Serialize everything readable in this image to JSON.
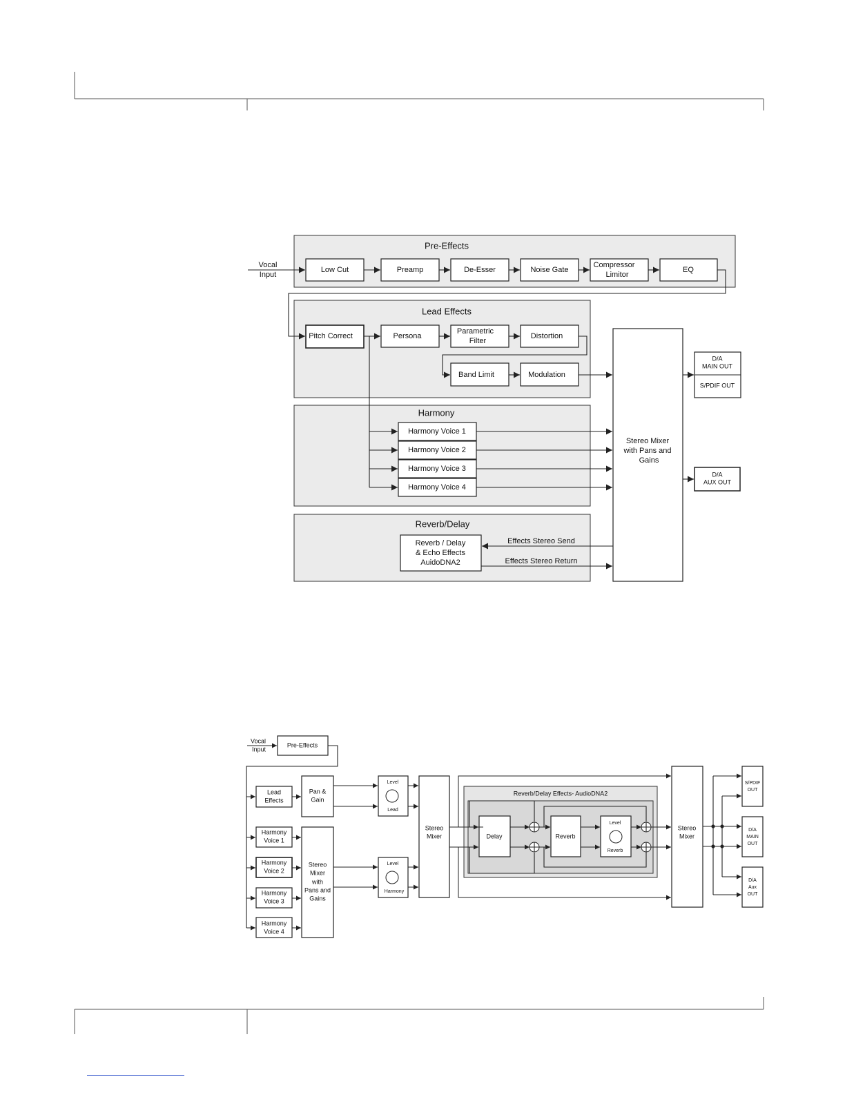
{
  "diagram1": {
    "vocal_input": [
      "Vocal",
      "Input"
    ],
    "pre_effects": {
      "title": "Pre-Effects",
      "blocks": [
        "Low Cut",
        "Preamp",
        "De-Esser",
        "Noise Gate",
        "Compressor Limitor",
        "EQ"
      ]
    },
    "lead_effects": {
      "title": "Lead Effects",
      "row1": [
        "Pitch Correct",
        "Persona",
        "Parametric Filter",
        "Distortion"
      ],
      "row2": [
        "Band Limit",
        "Modulation"
      ]
    },
    "harmony": {
      "title": "Harmony",
      "voices": [
        "Harmony Voice 1",
        "Harmony Voice 2",
        "Harmony Voice 3",
        "Harmony Voice 4"
      ]
    },
    "reverb_delay": {
      "title": "Reverb/Delay",
      "block": [
        "Reverb / Delay",
        "& Echo Effects",
        "AuidoDNA2"
      ],
      "send_label": "Effects Stereo Send",
      "return_label": "Effects Stereo Return"
    },
    "stereo_mixer": [
      "Stereo Mixer",
      "with Pans and",
      "Gains"
    ],
    "outputs": {
      "main_out": [
        "D/A",
        "MAIN OUT"
      ],
      "spdif_out": "S/PDIF OUT",
      "aux_out": [
        "D/A",
        "AUX OUT"
      ]
    }
  },
  "diagram2": {
    "vocal_input": [
      "Vocal",
      "Input"
    ],
    "pre_effects": "Pre-Effects",
    "lead_effects": [
      "Lead",
      "Effects"
    ],
    "harmony_voices": [
      [
        "Harmony",
        "Voice 1"
      ],
      [
        "Harmony",
        "Voice 2"
      ],
      [
        "Harmony",
        "Voice 3"
      ],
      [
        "Harmony",
        "Voice 4"
      ]
    ],
    "pan_gain": [
      "Pan &",
      "Gain"
    ],
    "harmony_mixer": [
      "Stereo",
      "Mixer",
      "with",
      "Pans and",
      "Gains"
    ],
    "level_lead": {
      "top": "Level",
      "bottom": "Lead"
    },
    "level_harmony": {
      "top": "Level",
      "bottom": "Harmony"
    },
    "stereo_mixer_1": [
      "Stereo",
      "Mixer"
    ],
    "effects_group_title": "Reverb/Delay Effects- AudioDNA2",
    "delay": "Delay",
    "reverb": "Reverb",
    "level_reverb": {
      "top": "Level",
      "bottom": "Reverb"
    },
    "stereo_mixer_2": [
      "Stereo",
      "Mixer"
    ],
    "outputs": {
      "spdif": [
        "S/PDIF",
        "OUT"
      ],
      "main": [
        "D/A",
        "MAIN",
        "OUT"
      ],
      "aux": [
        "D/A",
        "Aux",
        "OUT"
      ]
    }
  }
}
